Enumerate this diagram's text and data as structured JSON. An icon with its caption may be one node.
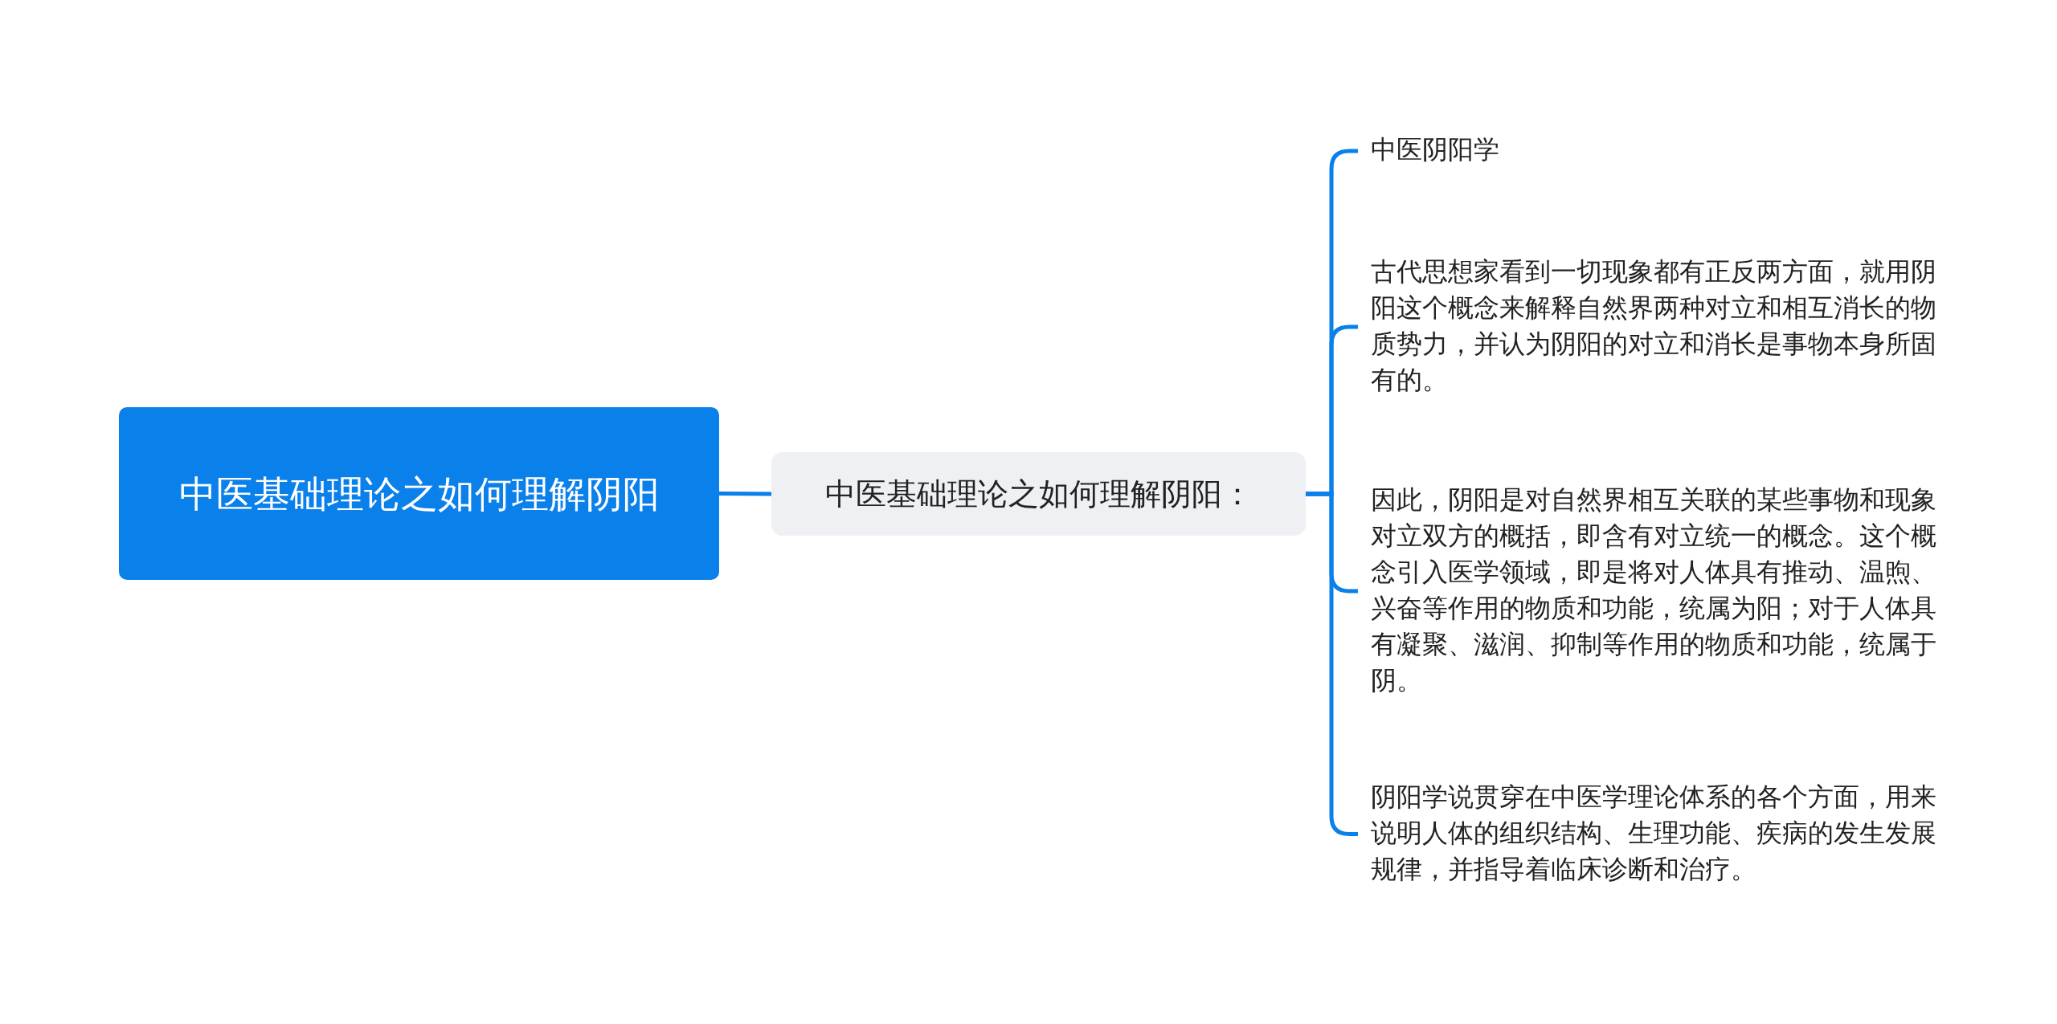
{
  "diagram": {
    "nodes": [
      {
        "text": [
          "中医基础理论之如何理解阴阳"
        ]
      },
      {
        "text": [
          "中医基础理论之如何理解阴阳："
        ]
      },
      {
        "text": [
          "中医阴阳学"
        ]
      },
      {
        "text": [
          "古代思想家看到一切现象都有正反两方面，就用阴阳这个概念来解释自然界两种对立和相互消长的物质势力，并认为阴阳的对立和消长是事物本身所固有的。"
        ]
      },
      {
        "text": [
          "因此，阴阳是对自然界相互关联的某些事物和现象对立双方的概括，即含有对立统一的概念。这个概念引入医学领域，即是将对人体具有推动、温煦、兴奋等作用的物质和功能，统属为阳；对于人体具有凝聚、滋润、抑制等作用的物质和功能，统属于阴。"
        ]
      },
      {
        "text": [
          "阴阳学说贯穿在中医学理论体系的各个方面，用来说明人体的组织结构、生理功能、疾病的发生发展规律，并指导着临床诊断和治疗。"
        ]
      }
    ],
    "edges": [
      {
        "from": 0,
        "to": 1,
        "arrow": "none"
      },
      {
        "from": 1,
        "to": 2,
        "arrow": "none"
      },
      {
        "from": 1,
        "to": 3,
        "arrow": "none"
      },
      {
        "from": 1,
        "to": 4,
        "arrow": "none"
      },
      {
        "from": 1,
        "to": 5,
        "arrow": "none"
      }
    ]
  }
}
